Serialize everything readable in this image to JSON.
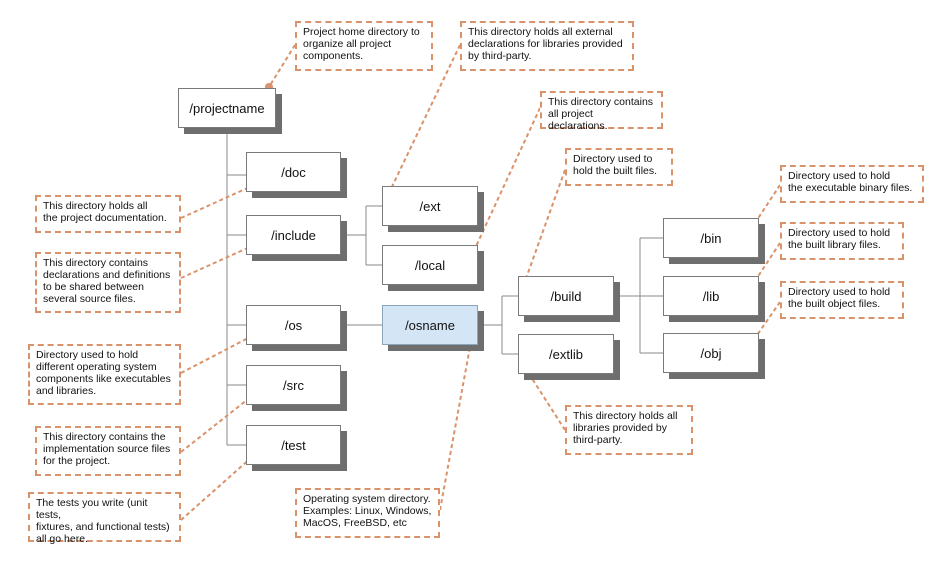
{
  "nodes": {
    "projectname": "/projectname",
    "doc": "/doc",
    "include": "/include",
    "os": "/os",
    "src": "/src",
    "test": "/test",
    "ext": "/ext",
    "local": "/local",
    "osname": "/osname",
    "build": "/build",
    "extlib": "/extlib",
    "bin": "/bin",
    "lib": "/lib",
    "obj": "/obj"
  },
  "notes": {
    "projectname": "Project home directory to\norganize all project\ncomponents.",
    "ext": "This directory holds all external\ndeclarations for libraries provided\nby third-party.",
    "local": "This directory contains\nall project declarations.",
    "build": "Directory used to\nhold the built files.",
    "bin": "Directory used to hold\nthe executable binary files.",
    "lib": "Directory used to hold\nthe built library files.",
    "obj": "Directory used to hold\nthe built object files.",
    "doc": "This directory holds all\nthe project documentation.",
    "include": "This directory contains\ndeclarations and definitions\nto be shared between\nseveral source files.",
    "os": "Directory used to hold\ndifferent operating system\ncomponents like executables\nand libraries.",
    "src": "This directory contains the\nimplementation source files\nfor the project.",
    "test": "The tests you write (unit tests,\nfixtures, and functional tests)\nall go here.",
    "extlib": "This directory holds all\nlibraries provided by\nthird-party.",
    "osname": "Operating system directory.\nExamples: Linux, Windows,\nMacOS, FreeBSD, etc"
  },
  "colors": {
    "tree_line": "#8a8a8a",
    "shadow": "#6e6e6e",
    "callout": "#d9926a",
    "highlight_fill": "#d4e6f5"
  }
}
